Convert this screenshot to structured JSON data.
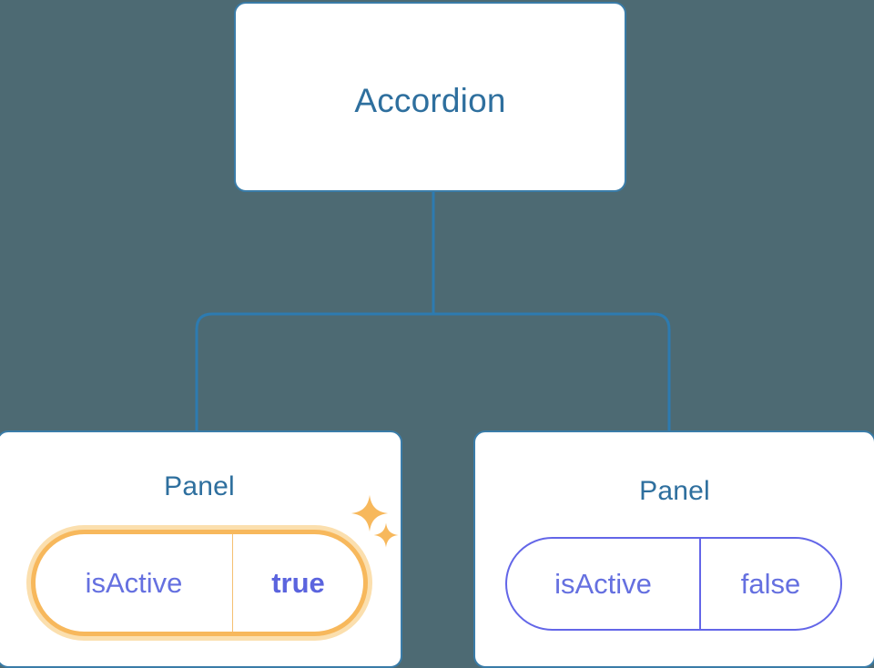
{
  "diagram": {
    "type": "component-tree",
    "background_color": "#4d6a73",
    "node_border_color": "#3a7ca8",
    "node_title_color": "#2e6f9e",
    "connector_color": "#2d7bb0",
    "highlight_color": "#f7b85c",
    "highlight_glow_color": "#fbdfae",
    "prop_color": "#6570e0"
  },
  "root": {
    "title": "Accordion"
  },
  "children": [
    {
      "title": "Panel",
      "highlighted": true,
      "prop": {
        "key": "isActive",
        "value": "true"
      },
      "decorations": [
        {
          "icon": "sparkle-icon",
          "size": "large"
        },
        {
          "icon": "sparkle-icon",
          "size": "small"
        }
      ]
    },
    {
      "title": "Panel",
      "highlighted": false,
      "prop": {
        "key": "isActive",
        "value": "false"
      },
      "decorations": []
    }
  ]
}
